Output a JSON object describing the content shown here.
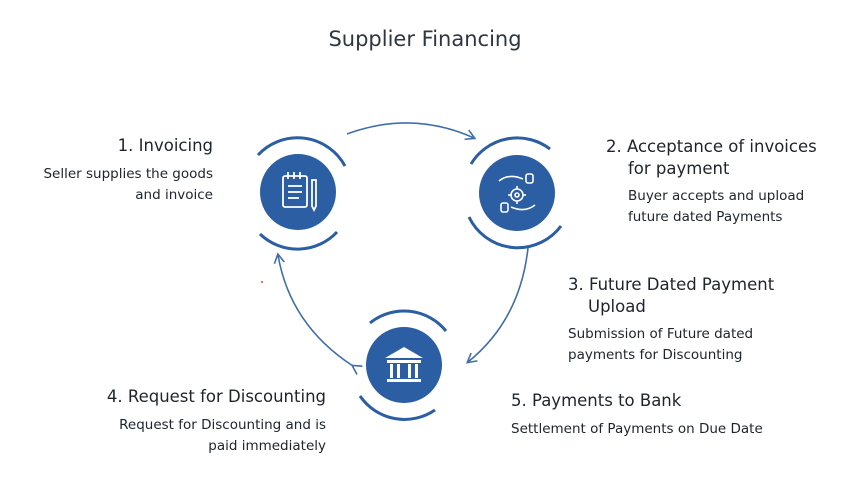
{
  "title": "Supplier Financing",
  "steps": [
    {
      "heading": "1. Invoicing",
      "desc_lines": [
        "Seller supplies the goods",
        "and invoice"
      ]
    },
    {
      "heading_lines": [
        "2. Acceptance of invoices",
        "for payment"
      ],
      "desc_lines": [
        "Buyer accepts and upload",
        "future dated Payments"
      ]
    },
    {
      "heading_lines": [
        "3. Future Dated Payment",
        "Upload"
      ],
      "desc_lines": [
        "Submission of Future dated",
        "payments for Discounting"
      ]
    },
    {
      "heading": "4. Request for Discounting",
      "desc_lines": [
        "Request for Discounting and is",
        "paid immediately"
      ]
    },
    {
      "heading": "5. Payments to Bank",
      "desc_lines": [
        "Settlement of Payments on Due Date"
      ]
    }
  ],
  "icons": [
    "invoice-icon",
    "handshake-gear-icon",
    "bank-icon"
  ],
  "colors": {
    "accent": "#2b5ea3",
    "arrow": "#3f6ea8",
    "text": "#1d242c"
  }
}
